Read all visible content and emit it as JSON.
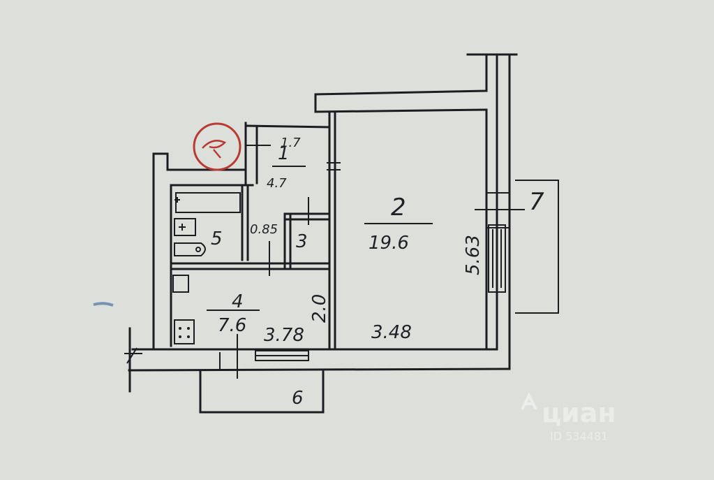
{
  "plan": {
    "rooms": [
      {
        "number": "1",
        "area": "4.7"
      },
      {
        "number": "2",
        "area": "19.6"
      },
      {
        "number": "3",
        "area": ""
      },
      {
        "number": "4",
        "area": "7.6"
      },
      {
        "number": "5",
        "area": ""
      },
      {
        "number": "6",
        "area": ""
      },
      {
        "number": "7",
        "area": ""
      }
    ],
    "dimensions": {
      "hall_width": "1.7",
      "closet_width": "0.85",
      "kitchen_depth": "2.0",
      "kitchen_width": "3.78",
      "room_width": "3.48",
      "room_depth": "5.63"
    },
    "stamp_color": "#b83a32"
  },
  "watermark": {
    "brand": "циан",
    "id_text": "ID 534481"
  }
}
